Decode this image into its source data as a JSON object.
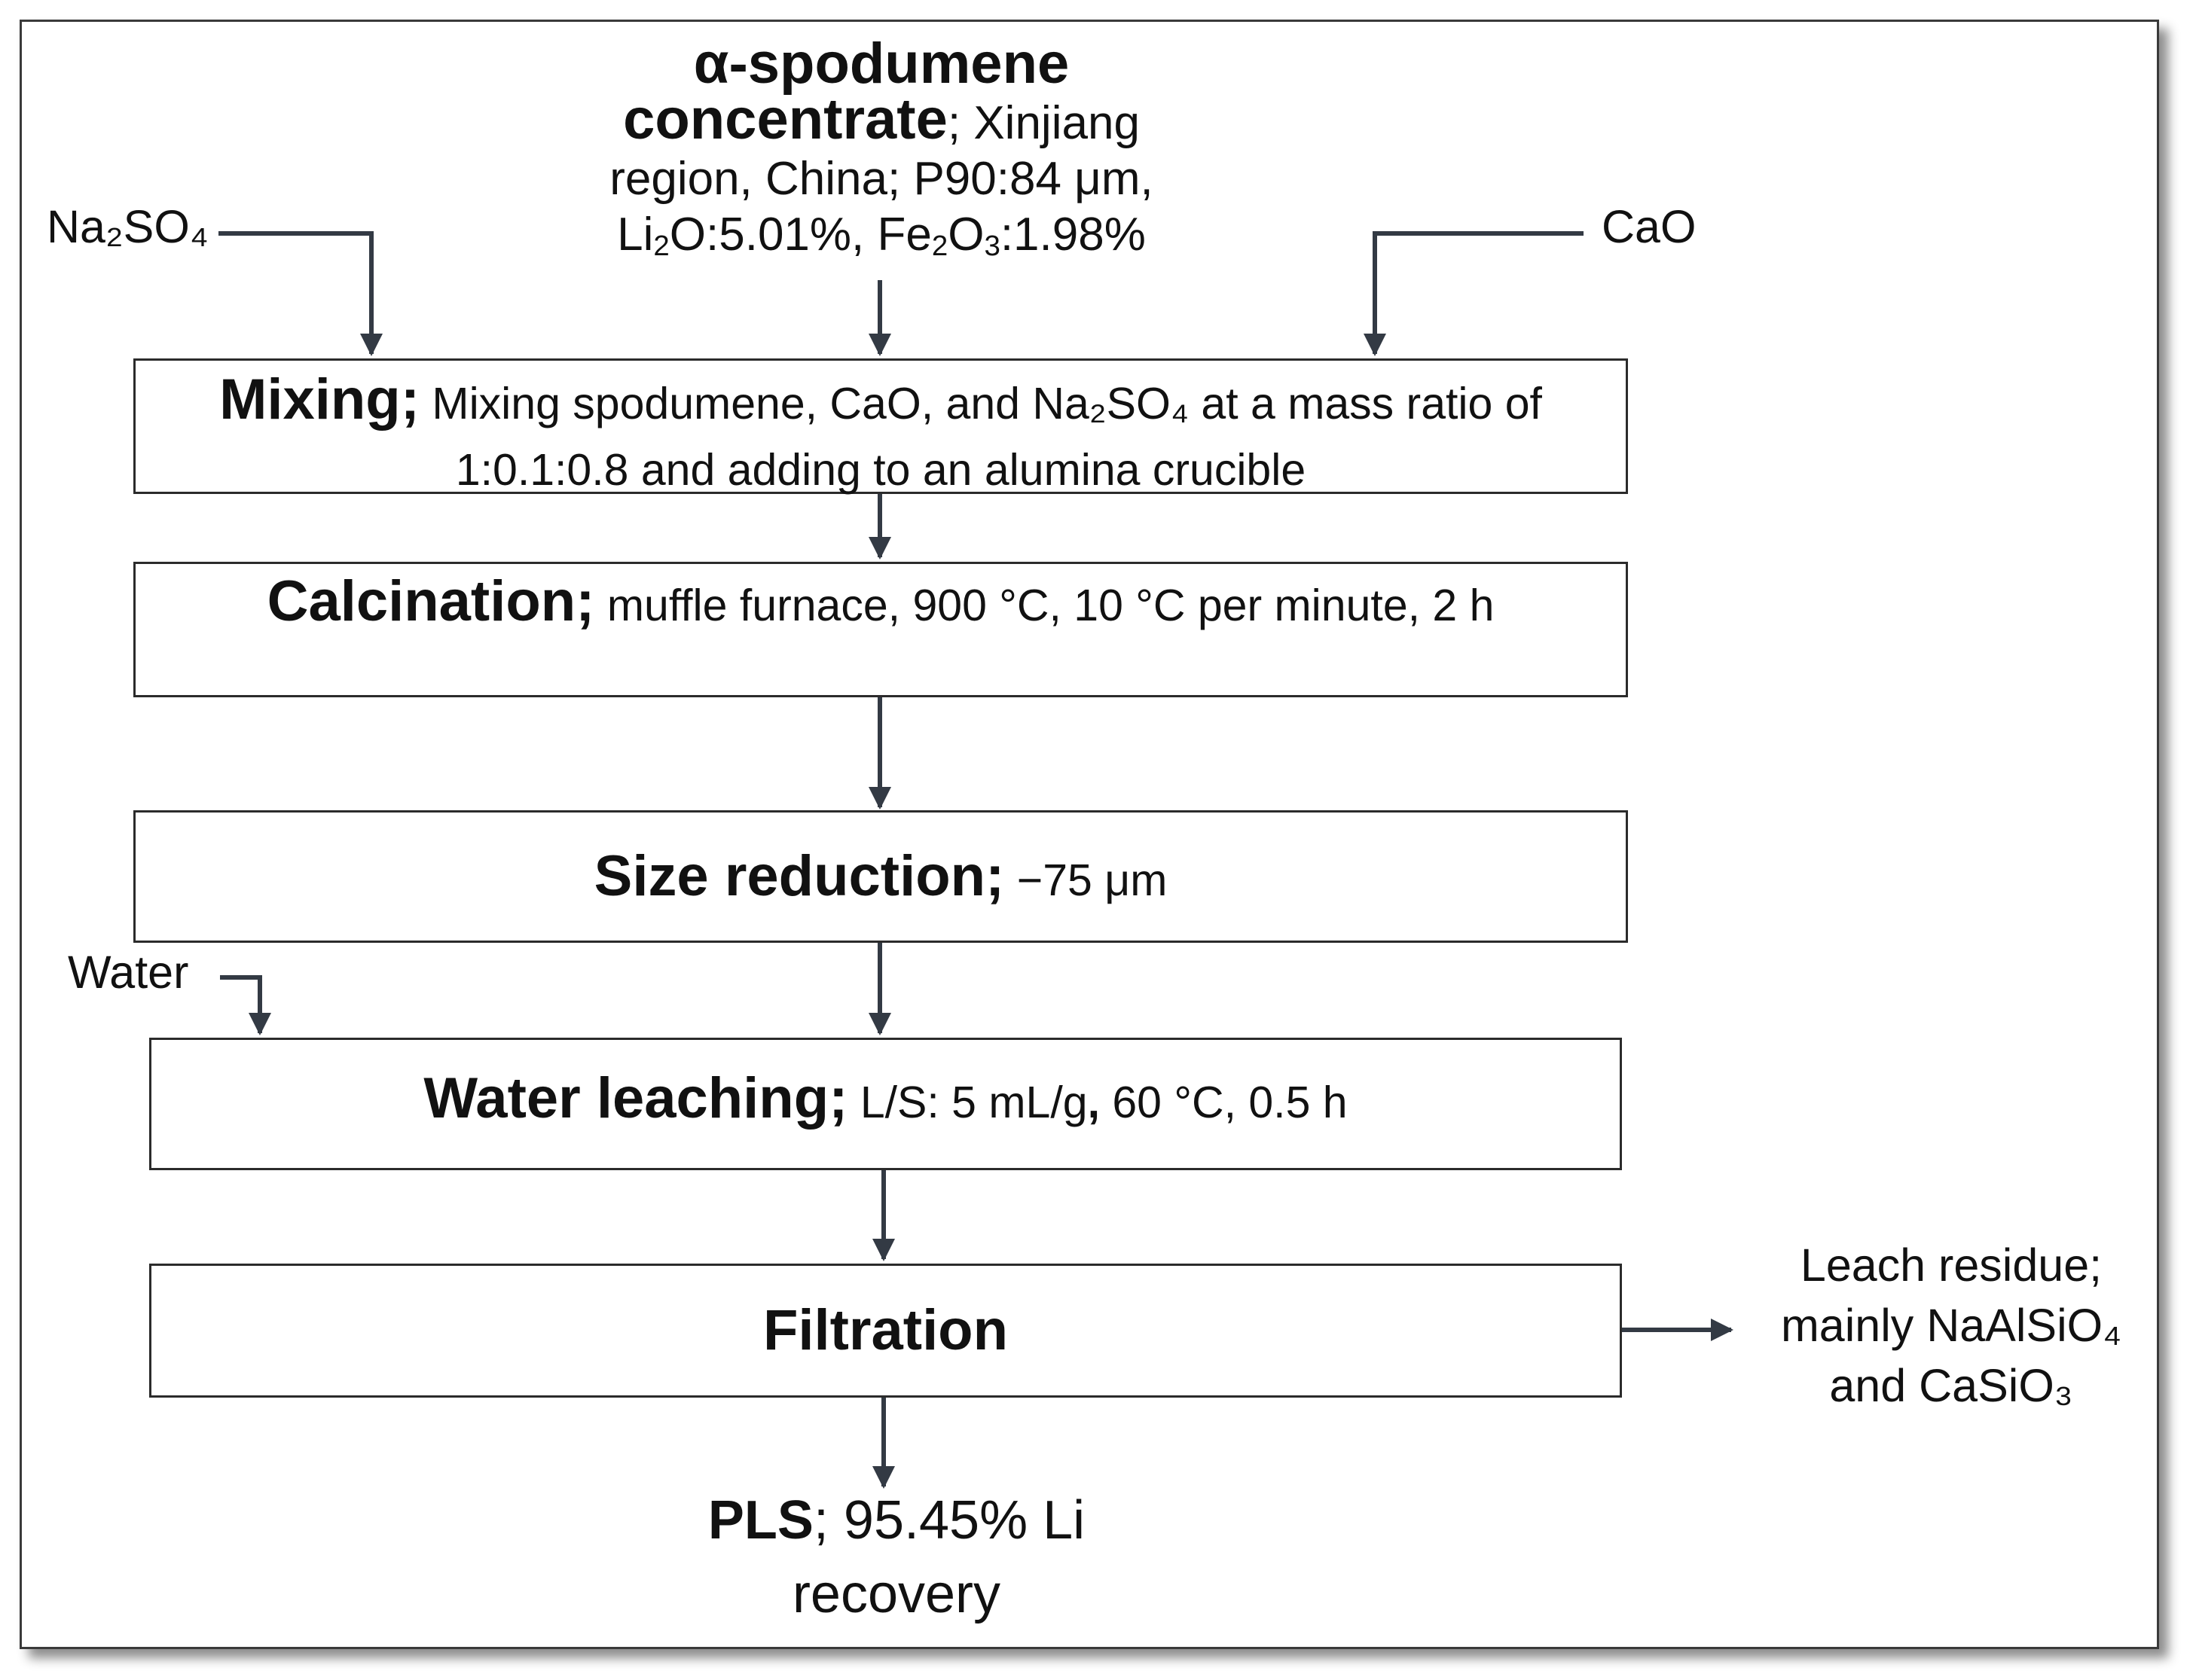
{
  "feed": {
    "title_line1": "α-spodumene",
    "title_line2": "concentrate",
    "rest_line2": "; Xinjiang",
    "line3": "region, China; P90:84 μm,",
    "line4_li": "Li",
    "line4_li_sub": "2",
    "line4_o": "O:5.01%, Fe",
    "line4_fe_sub": "2",
    "line4_o2": "O",
    "line4_o_sub": "3",
    "line4_end": ":1.98%"
  },
  "inputs": {
    "na2so4": "Na₂SO₄",
    "cao": "CaO",
    "water": "Water"
  },
  "steps": {
    "mixing": {
      "name": "Mixing;",
      "detail_line1": " Mixing spodumene, CaO, and Na₂SO₄ at a mass ratio of",
      "detail_line2": "1:0.1:0.8 and adding to an alumina crucible"
    },
    "calcination": {
      "name": "Calcination;",
      "detail": " muffle furnace, 900 °C, 10 °C per minute, 2 h"
    },
    "size_reduction": {
      "name": "Size reduction;",
      "detail": " −75 μm"
    },
    "water_leaching": {
      "name": "Water leaching;",
      "detail_a": " L/S: 5 mL/g",
      "detail_comma": ",",
      "detail_b": " 60 °C, 0.5 h"
    },
    "filtration": {
      "name": "Filtration"
    }
  },
  "outputs": {
    "residue_line1": "Leach residue;",
    "residue_line2": "mainly NaAlSiO₄",
    "residue_line3": "and CaSiO₃",
    "pls_name": "PLS",
    "pls_rest": "; 95.45% Li",
    "pls_line2": "recovery"
  }
}
